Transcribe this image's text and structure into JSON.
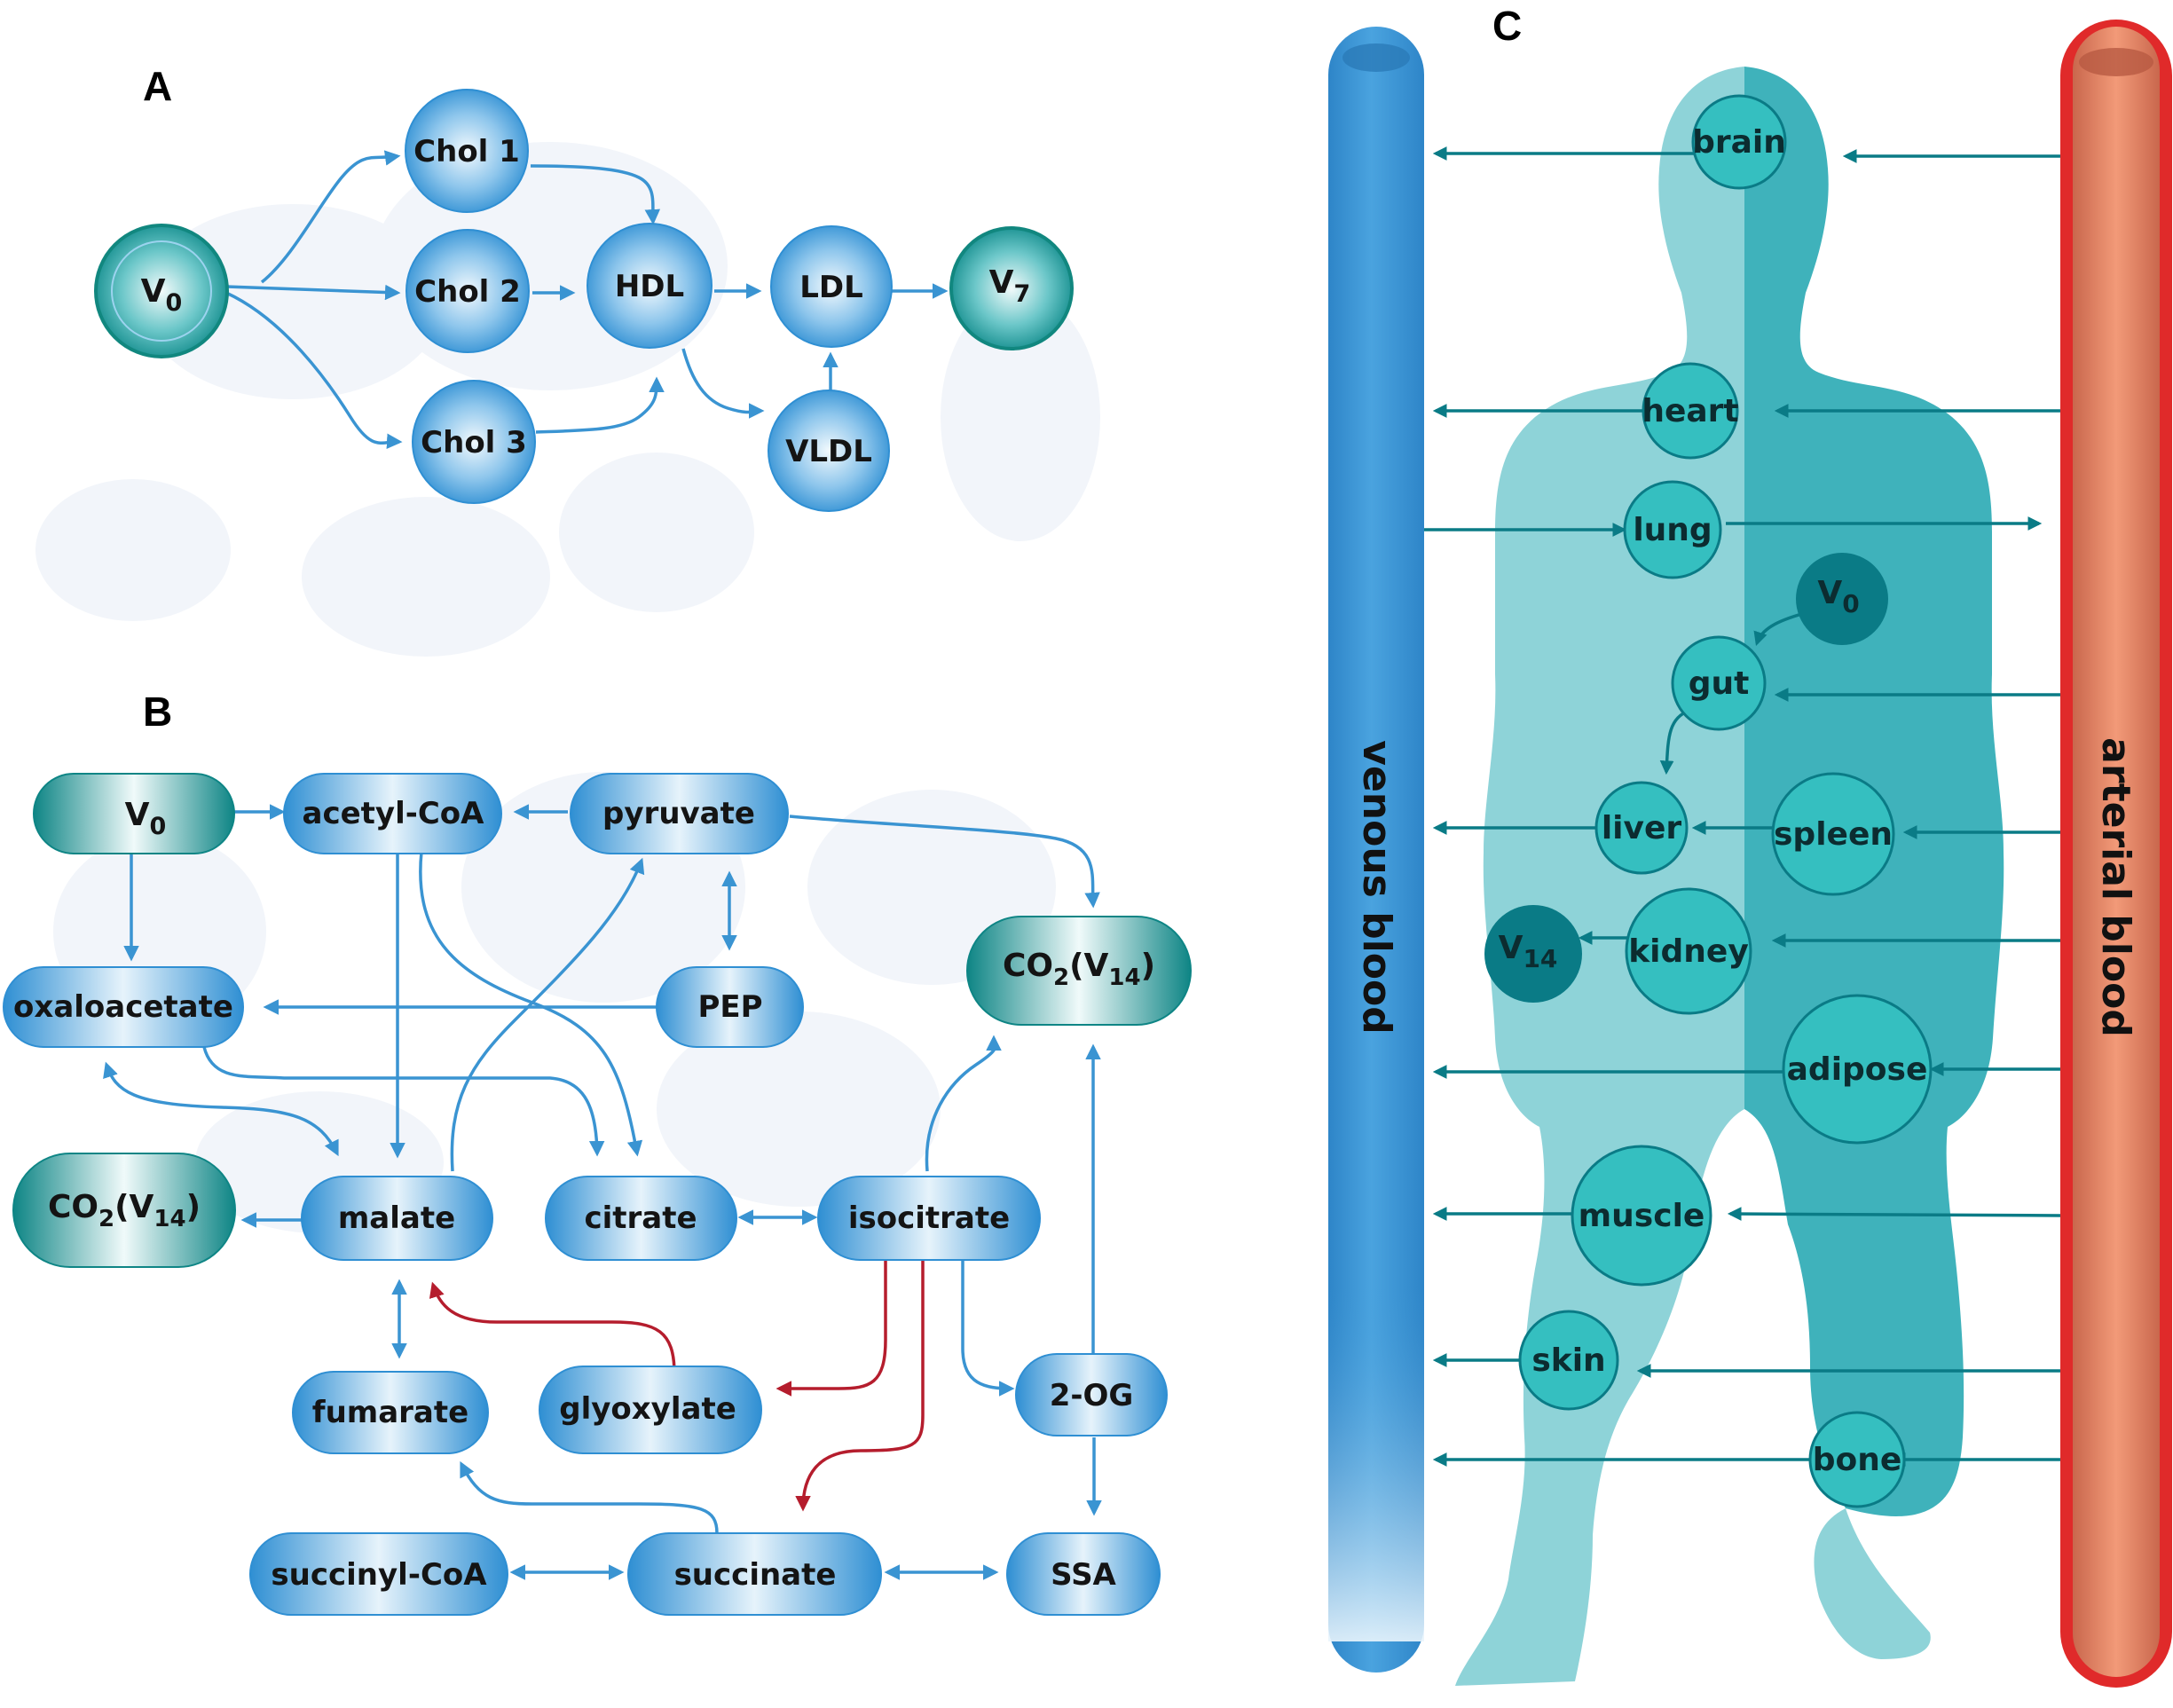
{
  "panels": {
    "A": {
      "label": "A",
      "nodes": {
        "v0": {
          "base": "V",
          "sub": "0"
        },
        "chol1": "Chol 1",
        "chol2": "Chol 2",
        "chol3": "Chol 3",
        "hdl": "HDL",
        "ldl": "LDL",
        "vldl": "VLDL",
        "v7": {
          "base": "V",
          "sub": "7"
        }
      }
    },
    "B": {
      "label": "B",
      "nodes": {
        "v0": {
          "base": "V",
          "sub": "0"
        },
        "acetyl_coa": "acetyl-CoA",
        "pyruvate": "pyruvate",
        "oxaloacetate": "oxaloacetate",
        "pep": "PEP",
        "co2_top": {
          "base": "CO",
          "sub1": "2",
          "mid": "(V",
          "sub2": "14",
          "end": ")"
        },
        "co2_left": {
          "base": "CO",
          "sub1": "2",
          "mid": "(V",
          "sub2": "14",
          "end": ")"
        },
        "malate": "malate",
        "citrate": "citrate",
        "isocitrate": "isocitrate",
        "fumarate": "fumarate",
        "glyoxylate": "glyoxylate",
        "two_og": "2-OG",
        "succinyl_coa": "succinyl-CoA",
        "succinate": "succinate",
        "ssa": "SSA"
      }
    },
    "C": {
      "label": "C",
      "venous": "venous blood",
      "arterial": "arterial blood",
      "organs": {
        "brain": "brain",
        "heart": "heart",
        "lung": "lung",
        "gut": "gut",
        "liver": "liver",
        "spleen": "spleen",
        "kidney": "kidney",
        "adipose": "adipose",
        "muscle": "muscle",
        "skin": "skin",
        "bone": "bone"
      },
      "v0": {
        "base": "V",
        "sub": "0"
      },
      "v14": {
        "base": "V",
        "sub": "14"
      }
    }
  },
  "colors": {
    "node_blue": "#3d9ad8",
    "node_light": "#eaf5fc",
    "node_teal": "#0f8a8a",
    "arrow_blue": "#3a94d2",
    "arrow_red": "#b51d2d",
    "body_light": "#8ed3d8",
    "body_dark": "#3fb2bb",
    "organ_fill": "#35bfc0",
    "organ_dark": "#0a7b86",
    "venous": "#3c98d6",
    "arterial": "#e02a2a"
  }
}
